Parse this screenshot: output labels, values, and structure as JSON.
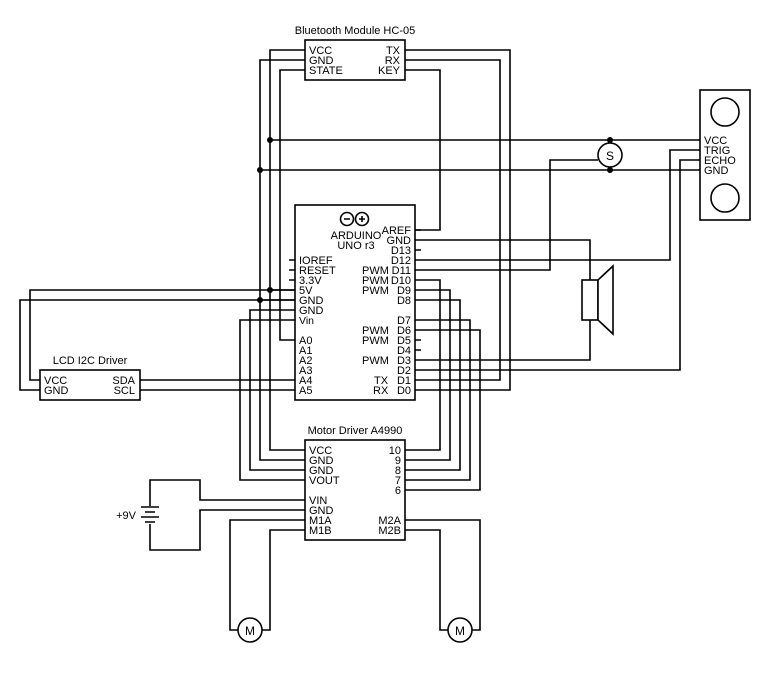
{
  "bluetooth": {
    "title": "Bluetooth Module HC-05",
    "left_pins": [
      "VCC",
      "GND",
      "STATE"
    ],
    "right_pins": [
      "TX",
      "RX",
      "KEY"
    ]
  },
  "arduino": {
    "name_line1": "ARDUINO",
    "name_line2": "UNO r3",
    "left_pins": [
      "IOREF",
      "RESET",
      "3.3V",
      "5V",
      "GND",
      "GND",
      "Vin",
      "A0",
      "A1",
      "A2",
      "A3",
      "A4",
      "A5"
    ],
    "right_pins": [
      "AREF",
      "GND",
      "D13",
      "D12",
      "D11",
      "D10",
      "D9",
      "D8",
      "D7",
      "D6",
      "D5",
      "D4",
      "D3",
      "D2",
      "D1",
      "D0"
    ],
    "pwm_label": "PWM",
    "tx_label": "TX",
    "rx_label": "RX"
  },
  "ultrasonic": {
    "pins": [
      "VCC",
      "TRIG",
      "ECHO",
      "GND"
    ]
  },
  "servo": {
    "label": "S"
  },
  "lcd": {
    "title": "LCD I2C Driver",
    "left_pins": [
      "VCC",
      "GND"
    ],
    "right_pins": [
      "SDA",
      "SCL"
    ]
  },
  "motor_driver": {
    "title": "Motor Driver A4990",
    "left_pins": [
      "VCC",
      "GND",
      "GND",
      "VOUT",
      "VIN",
      "GND",
      "M1A",
      "M1B"
    ],
    "right_pins": [
      "10",
      "9",
      "8",
      "7",
      "6",
      "M2A",
      "M2B"
    ]
  },
  "battery": {
    "label": "+9V"
  },
  "motors": {
    "label": "M"
  }
}
